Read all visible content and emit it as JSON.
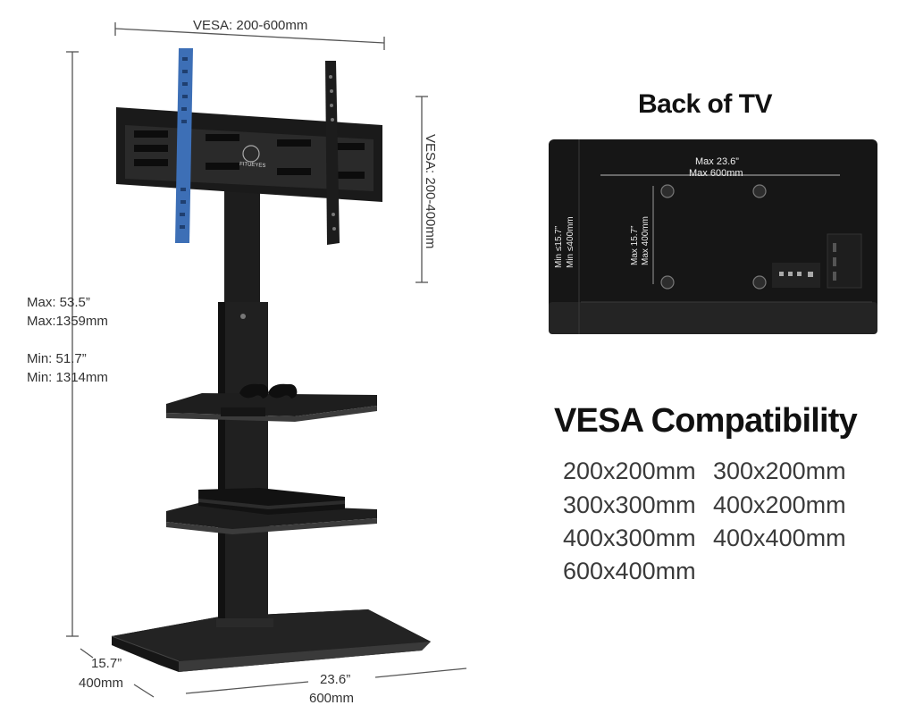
{
  "stand": {
    "vesa_width": "VESA: 200-600mm",
    "vesa_height": "VESA: 200-400mm",
    "logo_text": "FITUEYES",
    "max_height_in": "Max: 53.5”",
    "max_height_mm": "Max:1359mm",
    "min_height_in": "Min:  51.7”",
    "min_height_mm": "Min: 1314mm",
    "depth_in": "15.7”",
    "depth_mm": "400mm",
    "width_in": "23.6”",
    "width_mm": "600mm"
  },
  "tv_back": {
    "title": "Back of TV",
    "horizontal_in": "Max 23.6”",
    "horizontal_mm": "Max 600mm",
    "outer_min_in": "Min ≤15.7”",
    "outer_min_mm": "Min ≤400mm",
    "inner_max_in": "Max 15.7”",
    "inner_max_mm": "Max 400mm"
  },
  "compatibility": {
    "title": "VESA Compatibility",
    "sizes": [
      "200x200mm",
      "300x200mm",
      "300x300mm",
      "400x200mm",
      "400x300mm",
      "400x400mm",
      "600x400mm"
    ]
  },
  "colors": {
    "stand_black": "#1b1b1b",
    "bracket_blue": "#3d6fb6",
    "tv_black": "#161616",
    "line_gray": "#555555"
  }
}
